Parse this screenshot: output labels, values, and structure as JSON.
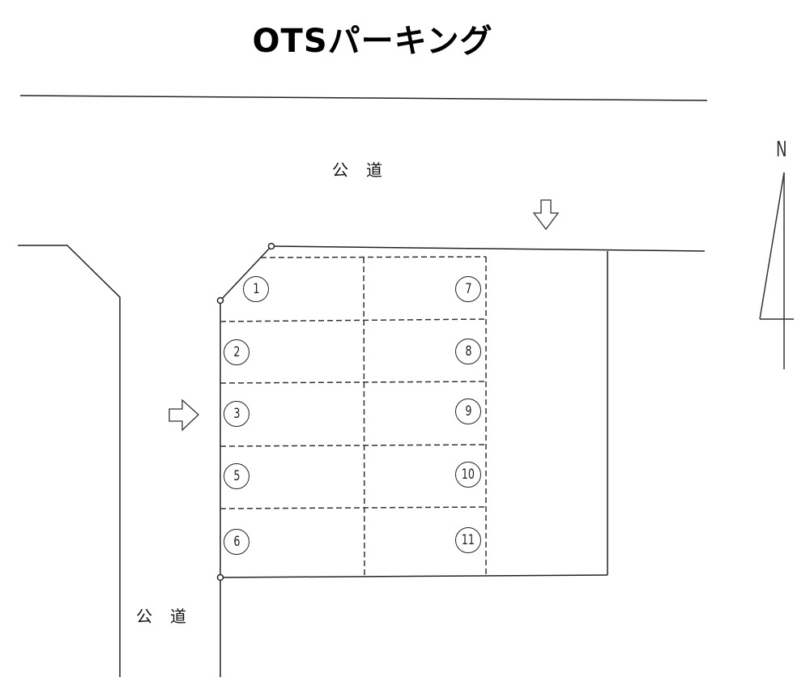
{
  "title": "OTSパーキング",
  "roads": {
    "north_label": "公道",
    "west_label": "公道"
  },
  "compass": {
    "label": "N"
  },
  "entrances": [
    {
      "name": "north-entrance",
      "direction": "down"
    },
    {
      "name": "west-entrance",
      "direction": "right"
    }
  ],
  "slots": {
    "left_column": [
      {
        "number": "1"
      },
      {
        "number": "2"
      },
      {
        "number": "3"
      },
      {
        "number": "5"
      },
      {
        "number": "6"
      }
    ],
    "right_column": [
      {
        "number": "7"
      },
      {
        "number": "8"
      },
      {
        "number": "9"
      },
      {
        "number": "10"
      },
      {
        "number": "11"
      }
    ]
  },
  "colors": {
    "line": "#222222",
    "background": "#ffffff"
  }
}
